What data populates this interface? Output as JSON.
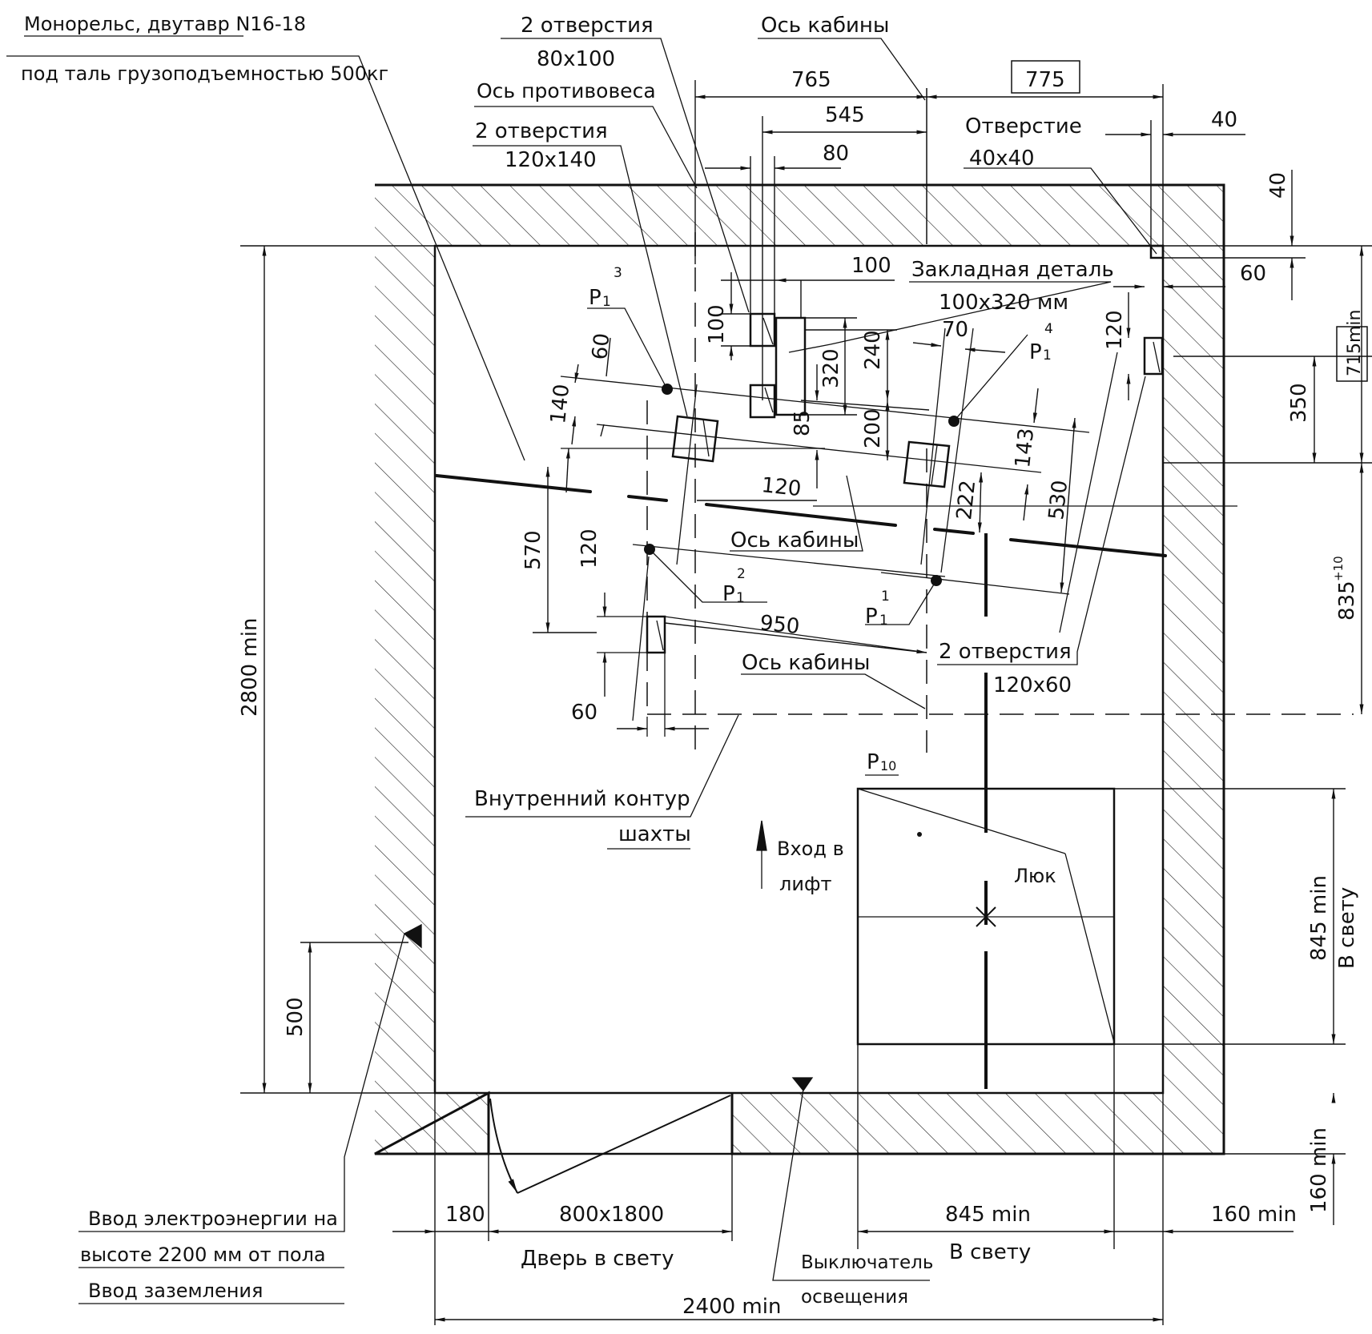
{
  "labels": {
    "monorail_1": "Монорельс, двутавр N16-18",
    "monorail_2": "под таль грузоподъемностью 500кг",
    "holes_80_1": "2 отверстия",
    "holes_80_2": "80х100",
    "cabin_axis_top": "Ось кабины",
    "counterweight_axis": "Ось противовеса",
    "holes_120_1": "2 отверстия",
    "holes_120_2": "120х140",
    "hole_40_1": "Отверстие",
    "hole_40_2": "40х40",
    "embedded_1": "Закладная деталь",
    "embedded_2": "100х320 мм",
    "cabin_axis_mid": "Ось кабины",
    "cabin_axis_low": "Ось кабины",
    "holes_60_1": "2 отверстия",
    "holes_60_2": "120х60",
    "inner_contour_1": "Внутренний контур",
    "inner_contour_2": "шахты",
    "entrance_1": "Вход в",
    "entrance_2": "лифт",
    "hatch": "Люк",
    "door_clear": "Дверь в свету",
    "in_clear": "В свету",
    "power_1": "Ввод электроэнергии на",
    "power_2": "высоте 2200 мм от пола",
    "ground": "Ввод заземления",
    "switch_1": "Выключатель",
    "switch_2": "освещения",
    "p1_1": "Р",
    "p1_1_sup": "1",
    "p1_1_sub": "1",
    "p1_2": "Р",
    "p1_2_sup": "2",
    "p1_2_sub": "1",
    "p1_3": "Р",
    "p1_3_sup": "3",
    "p1_3_sub": "1",
    "p1_4": "Р",
    "p1_4_sup": "4",
    "p1_4_sub": "1",
    "p10": "Р",
    "p10_sub": "10"
  },
  "dimensions": {
    "d765": "765",
    "d775": "775",
    "d545": "545",
    "d80": "80",
    "d40_top": "40",
    "d40_right": "40",
    "d60_right": "60",
    "d100_top": "100",
    "d100_left": "100",
    "d70": "70",
    "d320": "320",
    "d240": "240",
    "d200": "200",
    "d85": "85",
    "d60_a": "60",
    "d140": "140",
    "d120_a": "120",
    "d120_b": "120",
    "d120_right": "120",
    "d143": "143",
    "d222": "222",
    "d530": "530",
    "d570": "570",
    "d950": "950",
    "d60_b": "60",
    "d350": "350",
    "d715": "715min",
    "d835": "835",
    "d835_tol": "+10",
    "d2800": "2800 min",
    "d500": "500",
    "d845_v1": "845 min",
    "d845_v2": "В свету",
    "d160_v": "160 min",
    "d180": "180",
    "d800": "800х1800",
    "d845_h": "845 min",
    "d160_h": "160 min",
    "d2400": "2400 min"
  }
}
